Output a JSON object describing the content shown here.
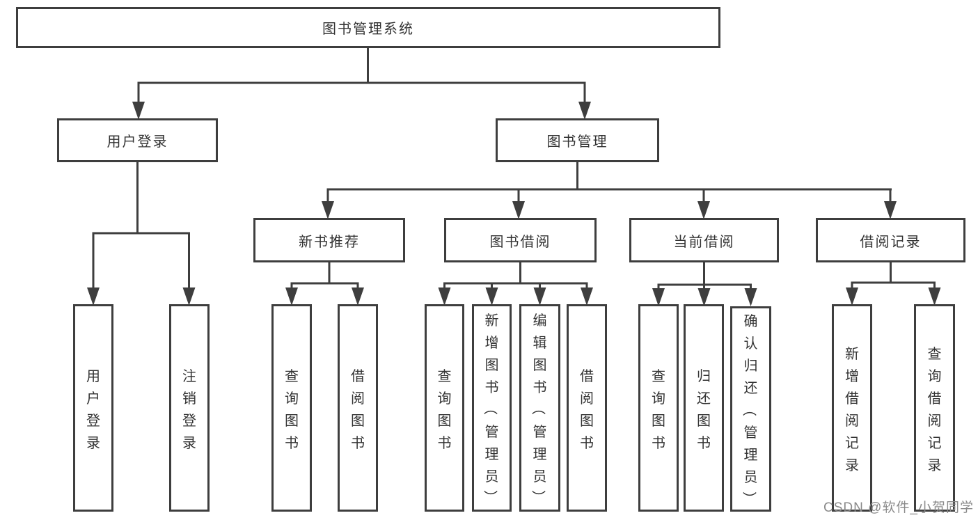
{
  "diagram": {
    "title": "图书管理系统",
    "line_color": "#3e3e3e",
    "text_color": "#333333",
    "nodes": {
      "root": "图书管理系统",
      "user_login": "用户登录",
      "book_management": "图书管理",
      "new_book": "新书推荐",
      "book_borrow": "图书借阅",
      "current_borrow": "当前借阅",
      "borrow_records": "借阅记录",
      "leaf_user_login": "用户登录",
      "leaf_logout": "注销登录",
      "leaf_nb_query": "查询图书",
      "leaf_nb_borrow": "借阅图书",
      "leaf_bb_query": "查询图书",
      "leaf_bb_add": "新增图书（管理员）",
      "leaf_bb_edit": "编辑图书（管理员）",
      "leaf_bb_borrow": "借阅图书",
      "leaf_cb_query": "查询图书",
      "leaf_cb_return": "归还图书",
      "leaf_cb_confirm": "确认归还（管理员）",
      "leaf_rec_add": "新增借阅记录",
      "leaf_rec_query": "查询借阅记录"
    }
  },
  "watermark": "CSDN @软件_小贺同学"
}
